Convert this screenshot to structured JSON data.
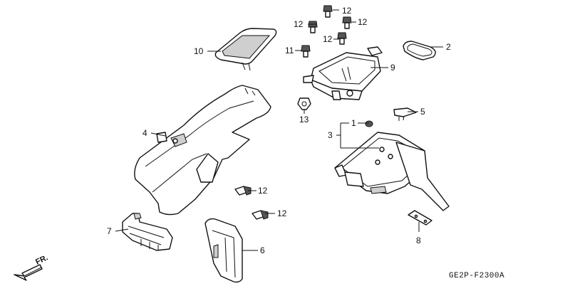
{
  "diagram": {
    "code": "GE2P-F2300A",
    "direction_label": "FR.",
    "callouts": [
      "12",
      "12",
      "12",
      "12",
      "11",
      "10",
      "2",
      "9",
      "13",
      "5",
      "4",
      "1",
      "3",
      "12",
      "12",
      "7",
      "6",
      "8"
    ]
  }
}
